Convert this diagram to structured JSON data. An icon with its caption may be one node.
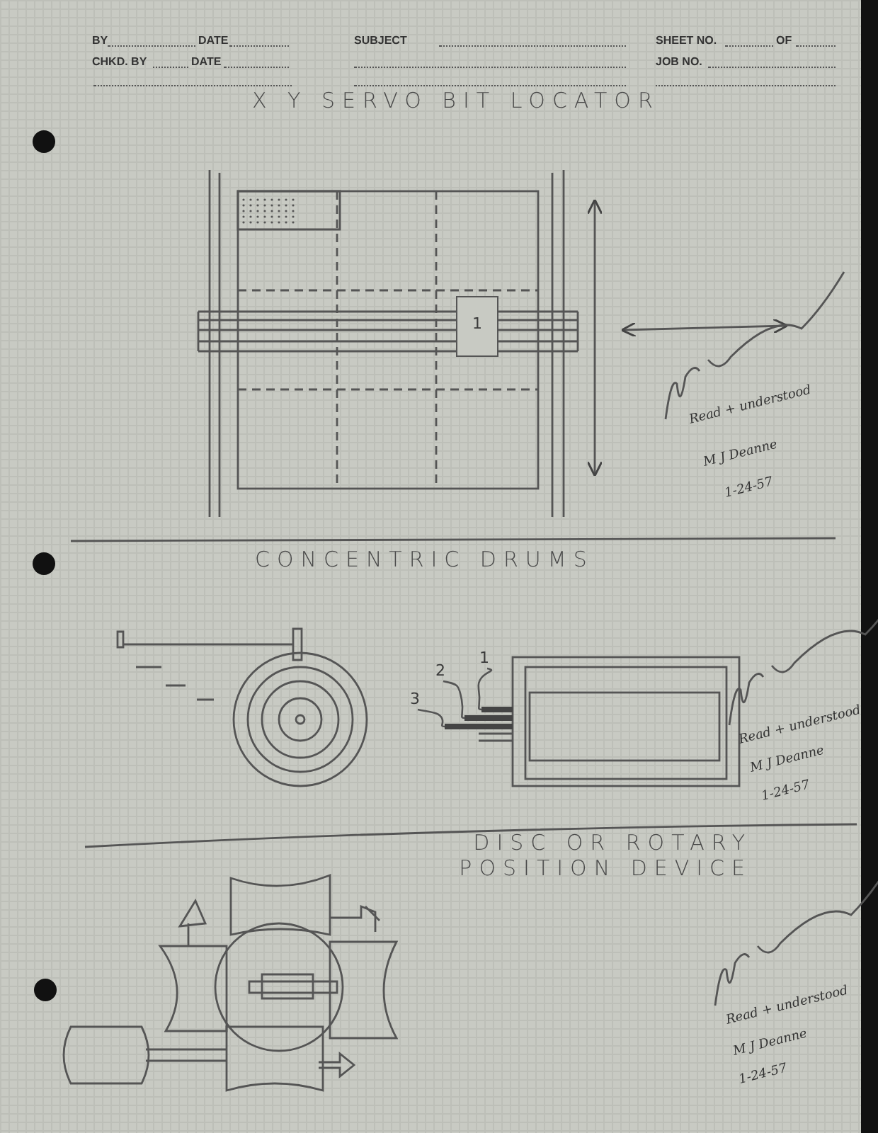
{
  "diagram": {
    "nodes": [
      {
        "text": [
          "1"
        ]
      },
      {
        "text": [
          "1"
        ]
      },
      {
        "text": [
          "2"
        ]
      },
      {
        "text": [
          "3"
        ]
      },
      {
        "text": [],
        "shape": "bar"
      },
      {
        "text": [],
        "shape": "bar"
      },
      {
        "text": [],
        "shape": "bar"
      }
    ],
    "edges": [
      {
        "from": 1,
        "to": 4,
        "arrow": "none"
      },
      {
        "from": 2,
        "to": 5,
        "arrow": "none"
      },
      {
        "from": 3,
        "to": 6,
        "arrow": "none"
      }
    ],
    "labels": [
      "BY",
      "DATE",
      "SUBJECT",
      "SHEET NO.",
      "OF",
      "CHKD. BY",
      "DATE",
      "JOB NO.",
      "X Y SERVO BIT LOCATOR",
      "Read + understood",
      "M J Deanne",
      "1-24-57",
      "CONCENTRIC DRUMS",
      "Read + understood",
      "M J Deanne",
      "1-24-57",
      "DISC OR ROTARY POSITION DEVICE",
      "Read + understood",
      "M J Deanne",
      "1-24-57"
    ]
  }
}
